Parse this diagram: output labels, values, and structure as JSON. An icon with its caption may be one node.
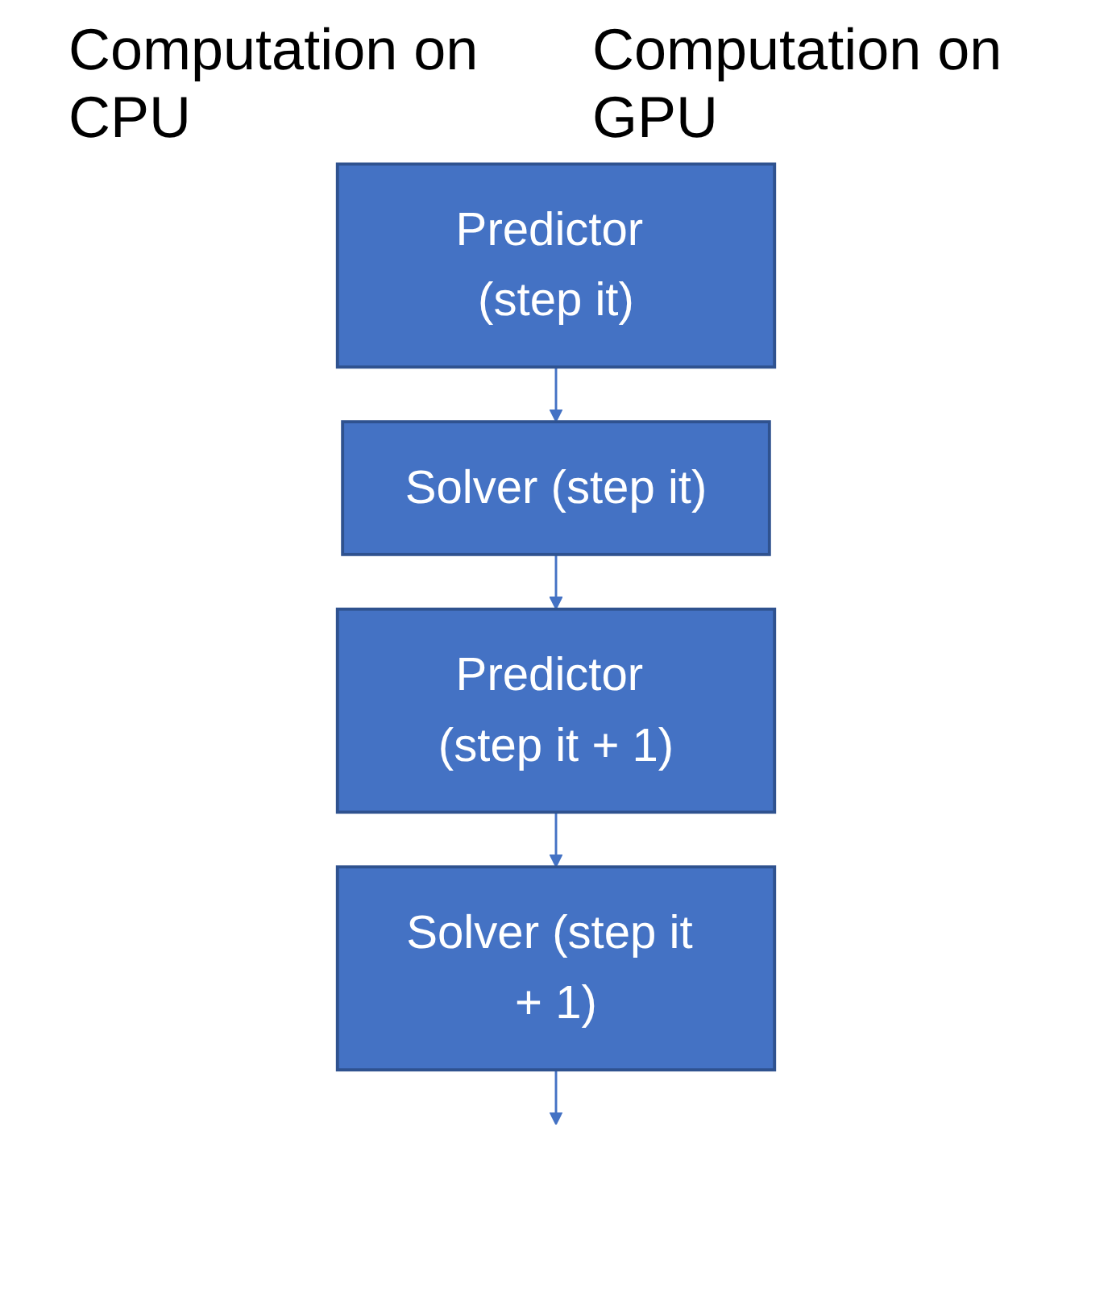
{
  "diagram": {
    "nodes": [
      {
        "text": [
          "Predictor (step it)"
        ]
      },
      {
        "text": [
          "Solver (step it)"
        ]
      },
      {
        "text": [
          "Predictor (step it + 1)"
        ]
      },
      {
        "text": [
          "Solver (step it + 1)"
        ]
      }
    ],
    "edges": [
      {
        "from": 0,
        "to": 1,
        "arrow": "to"
      },
      {
        "from": 1,
        "to": 2,
        "arrow": "to"
      },
      {
        "from": 2,
        "to": 3,
        "arrow": "to"
      },
      {
        "from": 3,
        "to": null,
        "arrow": "to"
      }
    ],
    "labels": [
      "Computation on CPU",
      "Computation on GPU"
    ]
  }
}
